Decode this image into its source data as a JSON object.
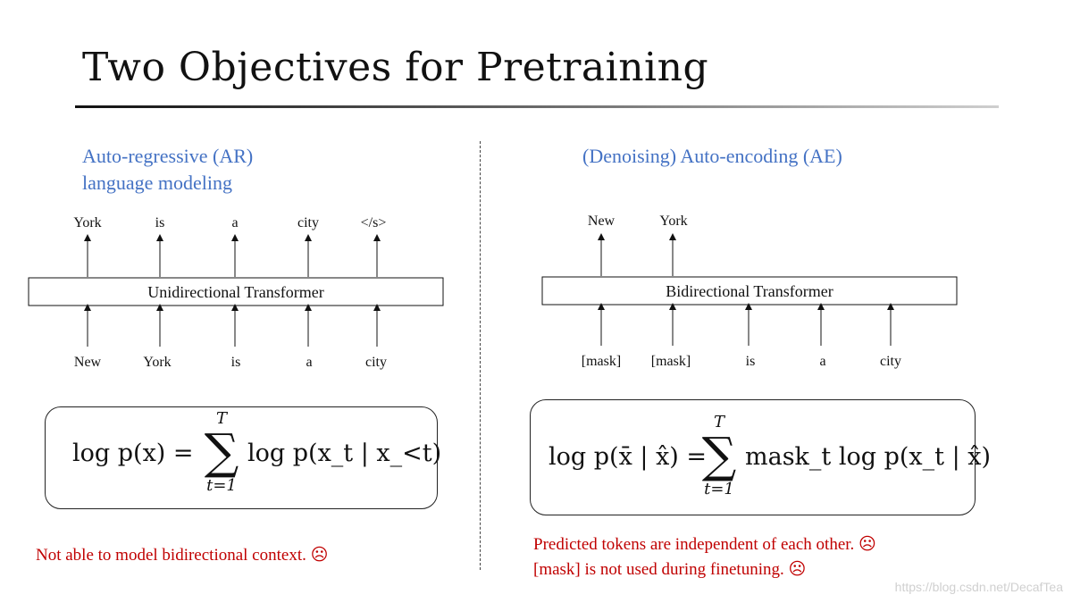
{
  "title": "Two Objectives for Pretraining",
  "ar": {
    "heading_line1": "Auto-regressive (AR)",
    "heading_line2": "language modeling",
    "outputs": [
      "York",
      "is",
      "a",
      "city",
      "</s>"
    ],
    "inputs": [
      "New",
      "York",
      "is",
      "a",
      "city"
    ],
    "box_label": "Unidirectional Transformer",
    "formula": {
      "lhs": "log p(x) =",
      "sum_top": "T",
      "sum_bottom": "t=1",
      "rhs": "log p(x_t | x_<t)"
    },
    "note": "Not able to model bidirectional context. ☹"
  },
  "ae": {
    "heading": "(Denoising) Auto-encoding (AE)",
    "outputs": [
      "New",
      "York"
    ],
    "inputs": [
      "[mask]",
      "[mask]",
      "is",
      "a",
      "city"
    ],
    "box_label": "Bidirectional Transformer",
    "formula": {
      "lhs": "log p(x̄ | x̂) =",
      "sum_top": "T",
      "sum_bottom": "t=1",
      "rhs": "mask_t log p(x_t | x̂)"
    },
    "note_line1": "Predicted tokens are independent of each other. ☹",
    "note_line2": "[mask] is not used during finetuning. ☹"
  },
  "watermark": "https://blog.csdn.net/DecafTea"
}
